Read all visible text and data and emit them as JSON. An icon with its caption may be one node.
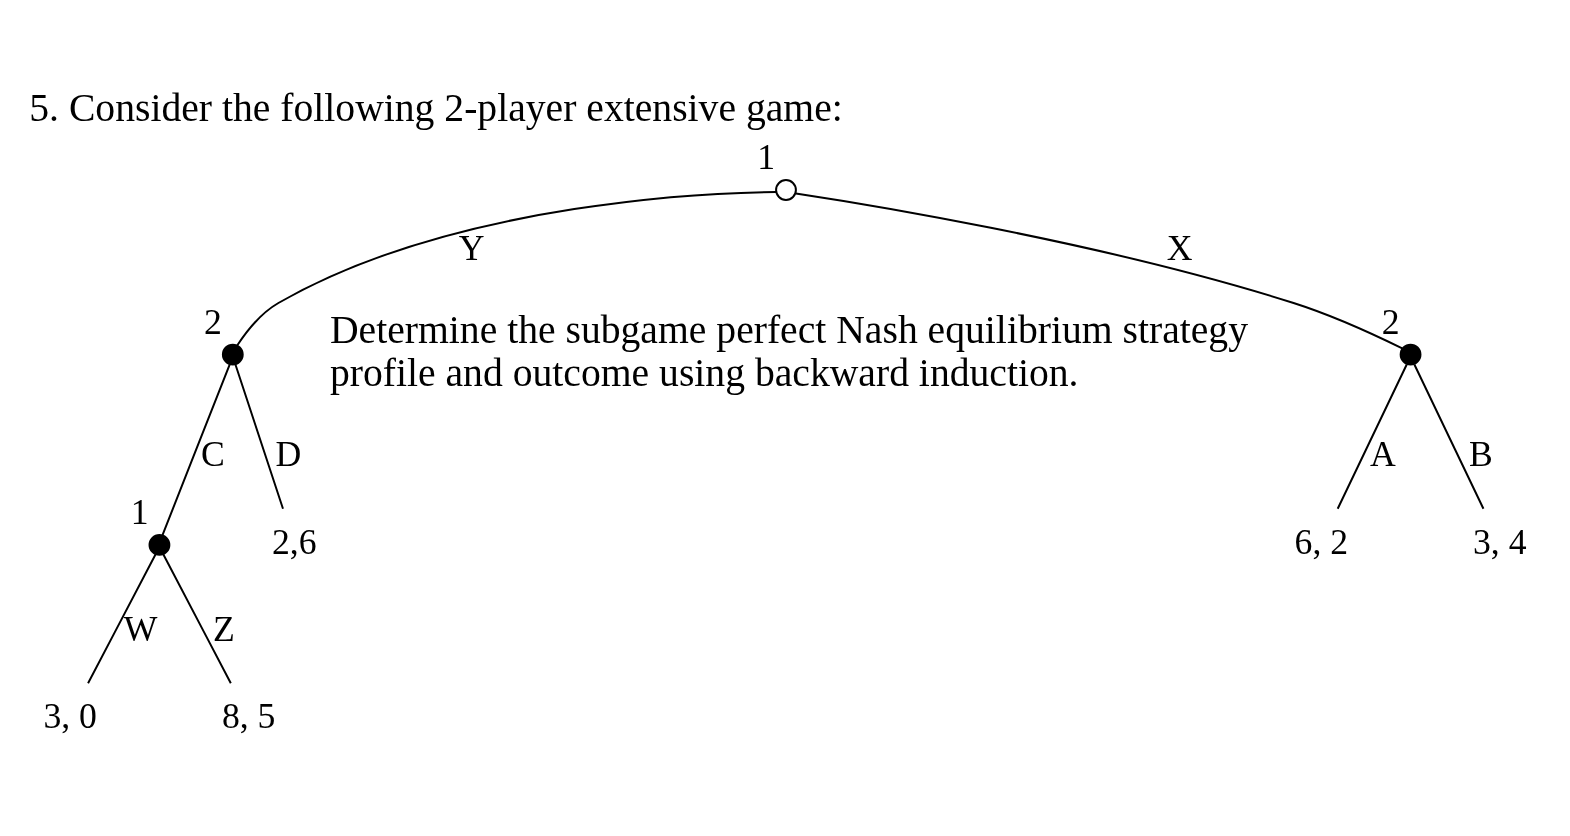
{
  "diagram": {
    "title": "5. Consider the following 2-player extensive game:",
    "nodes": [
      {
        "text": [],
        "shape": "circle",
        "beside": [
          "1"
        ]
      },
      {
        "text": [],
        "shape": "circle",
        "beside": [
          "2"
        ]
      },
      {
        "text": [],
        "shape": "circle",
        "beside": [
          "2"
        ]
      },
      {
        "text": [
          "6, 2"
        ]
      },
      {
        "text": [
          "3, 4"
        ]
      },
      {
        "text": [],
        "shape": "circle",
        "beside": [
          "1"
        ]
      },
      {
        "text": [
          "2,6"
        ]
      },
      {
        "text": [
          "3, 0"
        ]
      },
      {
        "text": [
          "8, 5"
        ]
      }
    ],
    "edges": [
      {
        "from": 0,
        "to": 1,
        "arrow": "none",
        "label": "X"
      },
      {
        "from": 0,
        "to": 2,
        "arrow": "none",
        "label": "Y"
      },
      {
        "from": 1,
        "to": 3,
        "arrow": "none",
        "label": "A"
      },
      {
        "from": 1,
        "to": 4,
        "arrow": "none",
        "label": "B"
      },
      {
        "from": 2,
        "to": 5,
        "arrow": "none",
        "label": "C"
      },
      {
        "from": 2,
        "to": 6,
        "arrow": "none",
        "label": "D"
      },
      {
        "from": 5,
        "to": 7,
        "arrow": "none",
        "label": "W"
      },
      {
        "from": 5,
        "to": 8,
        "arrow": "none",
        "label": "Z"
      }
    ],
    "labels": [
      "Determine the subgame perfect Nash equilibrium strategy profile and outcome using backward induction."
    ]
  }
}
